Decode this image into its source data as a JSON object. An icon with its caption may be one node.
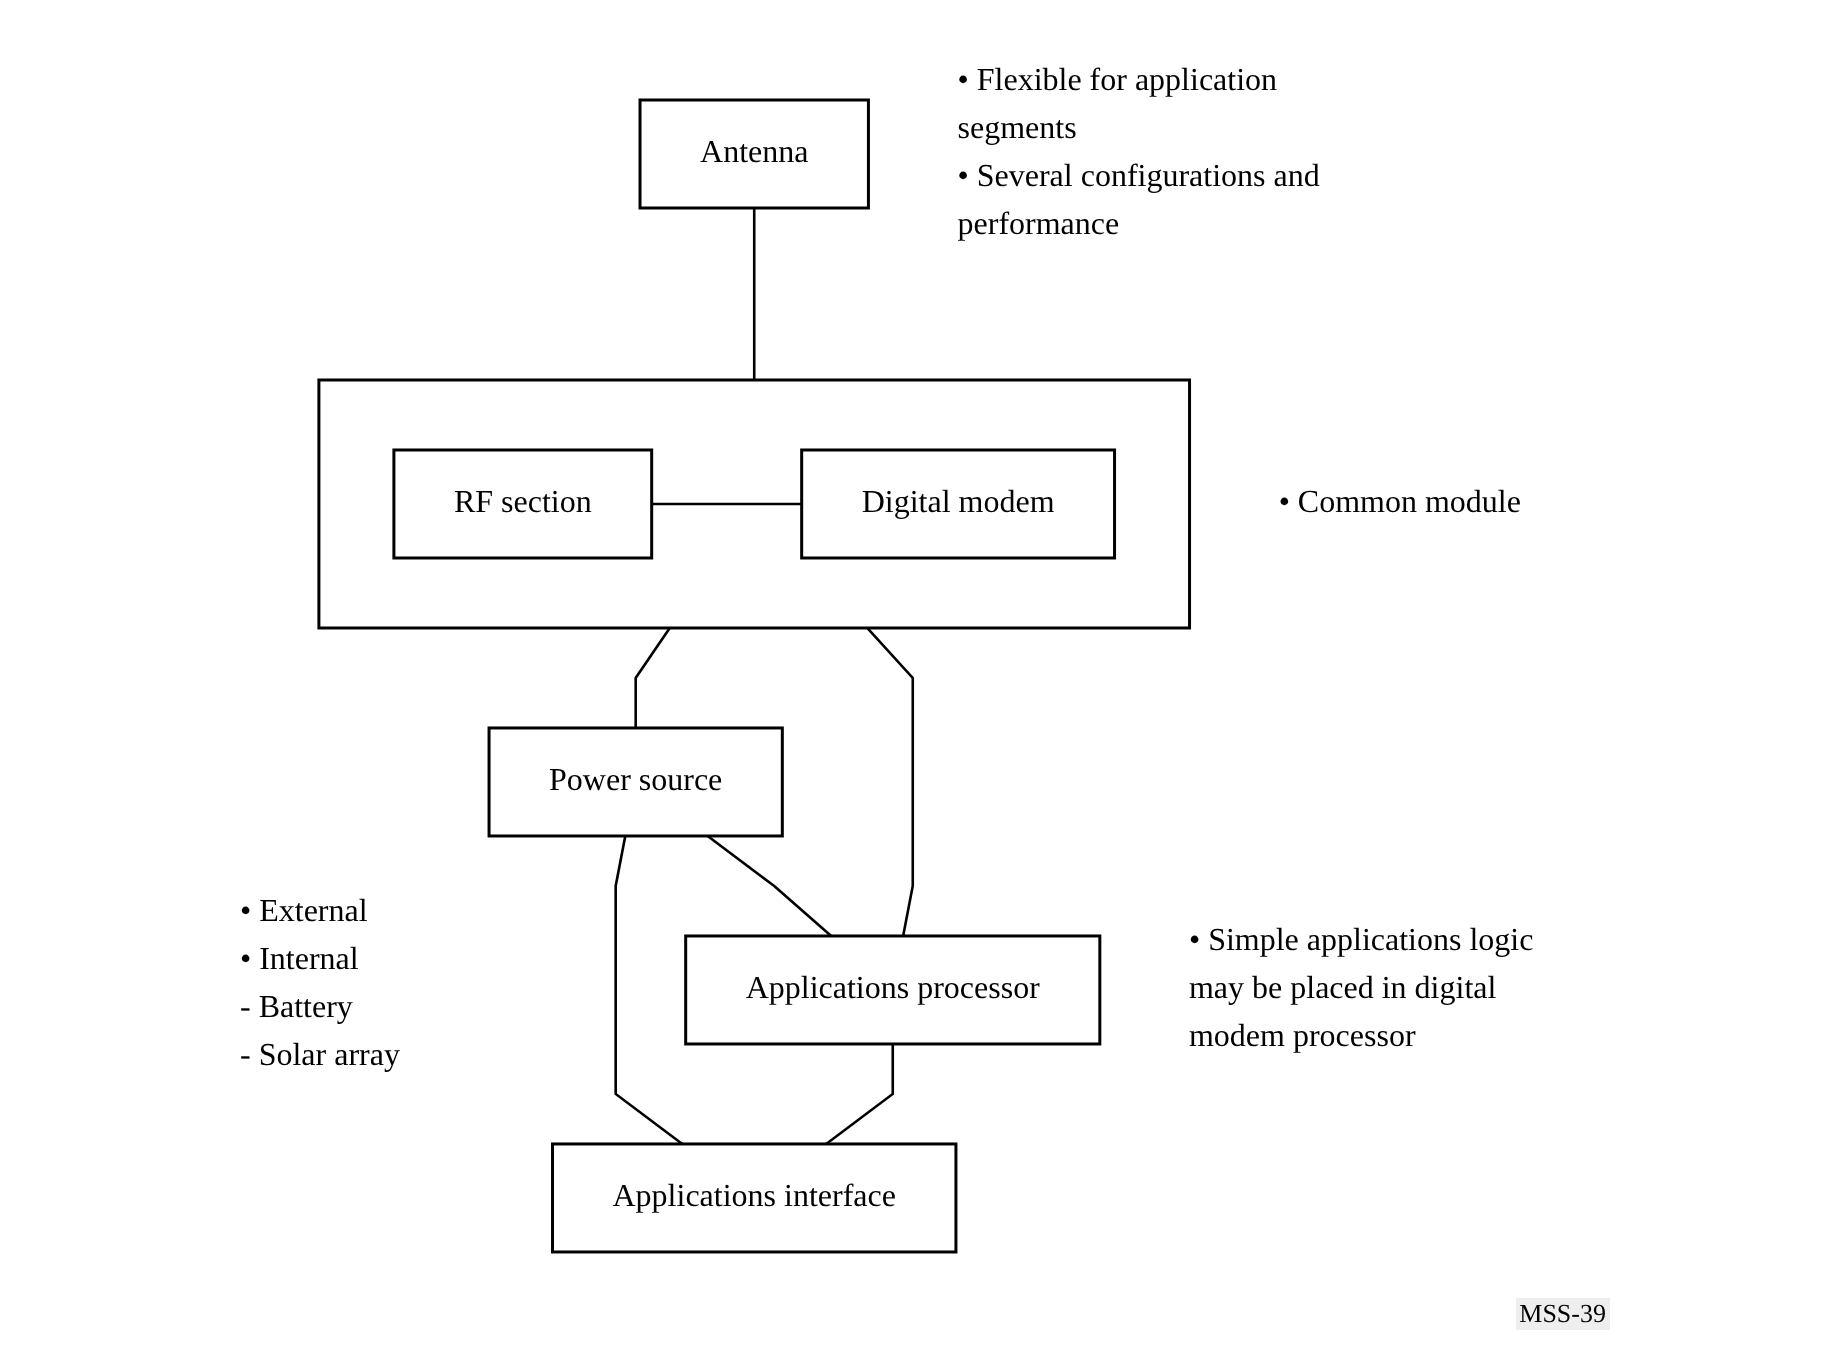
{
  "diagram": {
    "nodes": [
      {
        "text": [
          "Antenna"
        ],
        "beside": [
          "• Flexible for application segments",
          "• Several configurations and performance"
        ]
      },
      {
        "text": [],
        "shape": "box",
        "beside": [
          "• Common module"
        ]
      },
      {
        "text": [
          "RF section"
        ],
        "in": 1
      },
      {
        "text": [
          "Digital modem"
        ],
        "in": 1
      },
      {
        "text": [
          "Applications processor"
        ],
        "beside": [
          "• Simple applications logic may be placed in digital modem processor"
        ]
      },
      {
        "text": [
          "Power source"
        ],
        "beside": [
          "• External",
          "• Internal",
          "- Battery",
          "- Solar array"
        ]
      },
      {
        "text": [
          "Applications interface"
        ]
      }
    ],
    "edges": [
      {
        "from": 0,
        "to": 1,
        "arrow": "none"
      },
      {
        "from": 2,
        "to": 3,
        "arrow": "none"
      },
      {
        "from": 1,
        "to": 5,
        "arrow": "none"
      },
      {
        "from": 1,
        "to": 4,
        "arrow": "none"
      },
      {
        "from": 5,
        "to": 4,
        "arrow": "none"
      },
      {
        "from": 5,
        "to": 6,
        "arrow": "none"
      },
      {
        "from": 4,
        "to": 6,
        "arrow": "none"
      }
    ],
    "labels": [
      "MSS-39"
    ]
  }
}
